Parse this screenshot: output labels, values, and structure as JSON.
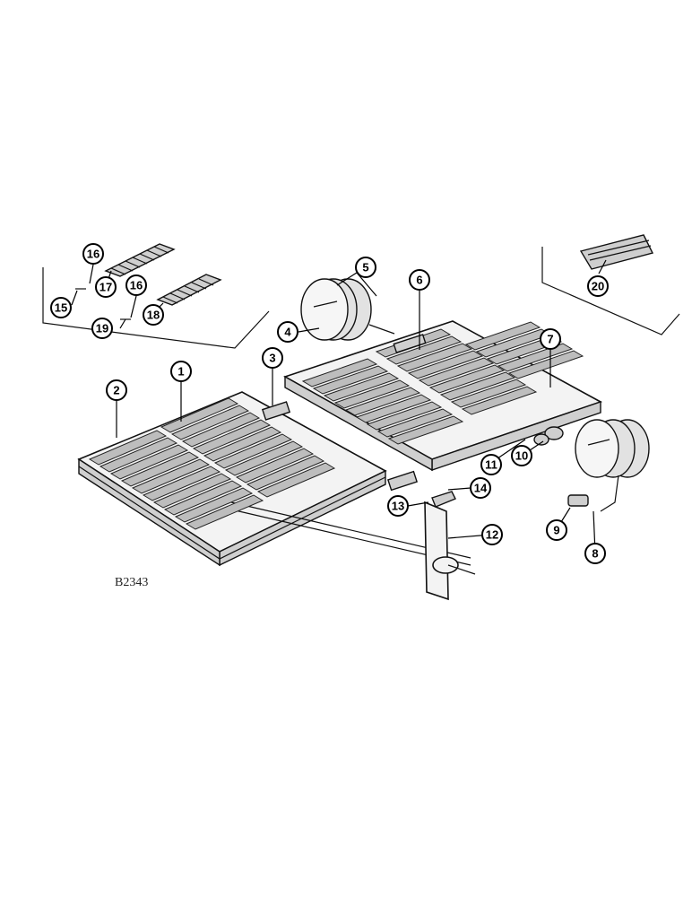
{
  "figure_id": "B2343",
  "callouts": [
    "1",
    "2",
    "3",
    "4",
    "5",
    "6",
    "7",
    "8",
    "9",
    "10",
    "11",
    "12",
    "13",
    "14",
    "15",
    "16",
    "16",
    "17",
    "18",
    "19",
    "20"
  ]
}
